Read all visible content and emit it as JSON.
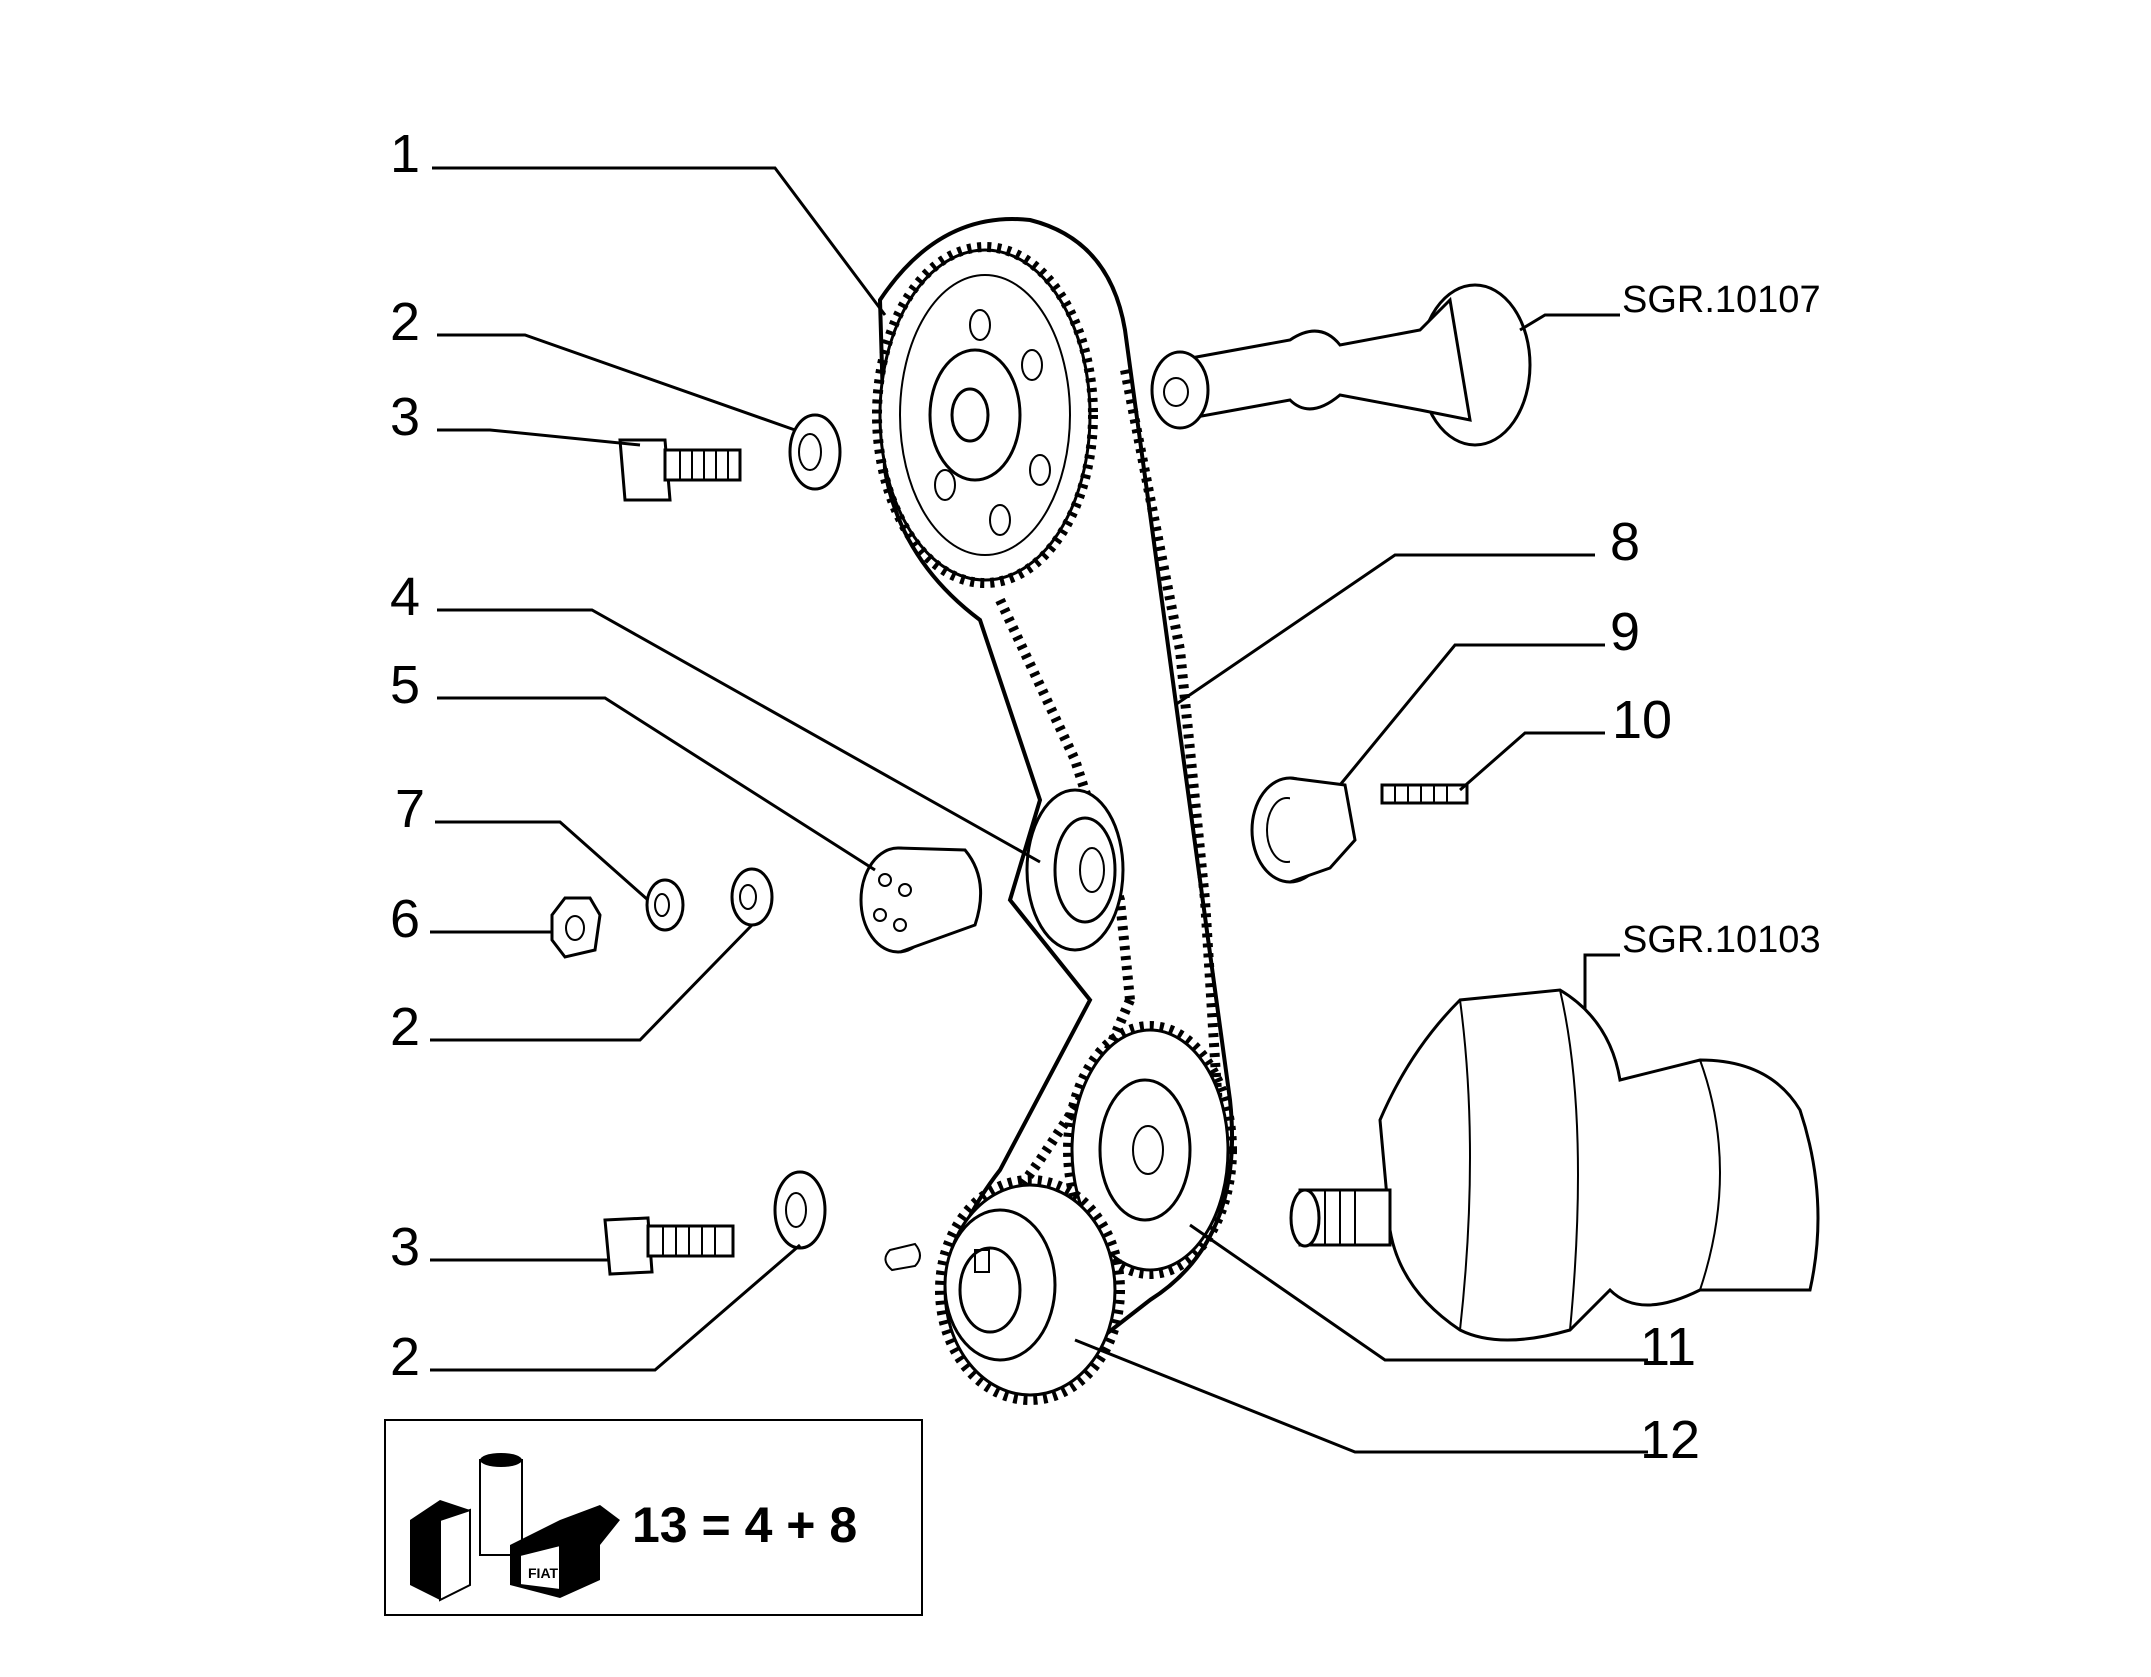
{
  "callouts": {
    "c1": "1",
    "c2a": "2",
    "c3a": "3",
    "c4": "4",
    "c5": "5",
    "c7": "7",
    "c6": "6",
    "c2b": "2",
    "c3b": "3",
    "c2c": "2",
    "c8": "8",
    "c9": "9",
    "c10": "10",
    "c11": "11",
    "c12": "12"
  },
  "references": {
    "camshaft": "SGR.10107",
    "crankshaft": "SGR.10103"
  },
  "kit_box": {
    "formula": "13 = 4 + 8",
    "brand_mark": "FIAT"
  }
}
